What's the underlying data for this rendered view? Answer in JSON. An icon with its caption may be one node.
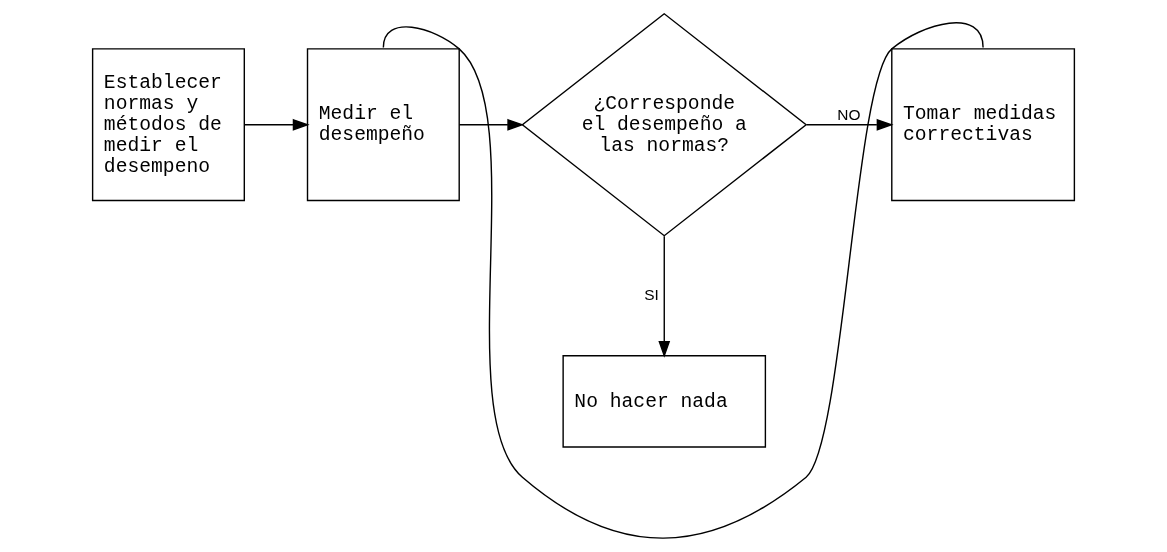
{
  "diagram": {
    "nodes": [
      {
        "text": [
          "Establecer normas y métodos de medir el desempeno"
        ]
      },
      {
        "text": [
          "Medir el desempeño"
        ]
      },
      {
        "text": [
          "¿Corresponde el desempeño a las normas?"
        ]
      },
      {
        "text": [
          "Tomar medidas correctivas"
        ]
      },
      {
        "text": [
          "No hacer nada"
        ]
      }
    ],
    "edges": [
      {
        "from": 0,
        "to": 1,
        "arrow": "to"
      },
      {
        "from": 1,
        "to": 2,
        "arrow": "to"
      },
      {
        "from": 2,
        "to": 3,
        "label": "NO",
        "arrow": "to"
      },
      {
        "from": 2,
        "to": 4,
        "label": "SI",
        "arrow": "to"
      },
      {
        "from": 3,
        "to": 1,
        "arrow": "none"
      }
    ]
  }
}
